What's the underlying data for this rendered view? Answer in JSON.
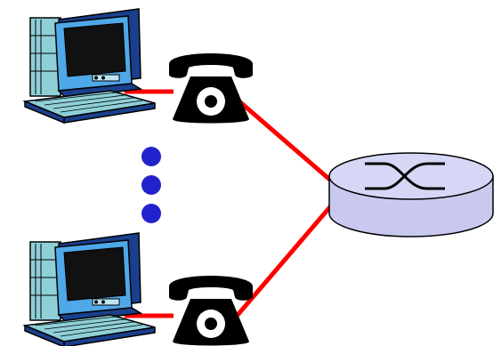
{
  "diagram": {
    "nodes": [
      {
        "id": "computer-top",
        "kind": "computer-icon"
      },
      {
        "id": "telephone-top",
        "kind": "telephone-icon"
      },
      {
        "id": "ellipsis",
        "kind": "vertical-ellipsis-dots",
        "count": 3
      },
      {
        "id": "computer-bottom",
        "kind": "computer-icon"
      },
      {
        "id": "telephone-bottom",
        "kind": "telephone-icon"
      },
      {
        "id": "switch",
        "kind": "central-office-switch-icon"
      }
    ],
    "links": [
      {
        "from": "computer-top",
        "to": "telephone-top"
      },
      {
        "from": "telephone-top",
        "to": "switch"
      },
      {
        "from": "computer-bottom",
        "to": "telephone-bottom"
      },
      {
        "from": "telephone-bottom",
        "to": "switch"
      }
    ],
    "colors": {
      "link": "#ff0000",
      "dots": "#2222cc",
      "switch_fill": "#c9c9f0",
      "switch_stroke": "#000000",
      "phone": "#000000",
      "monitor_frame": "#4fa8e8",
      "screen": "#111111",
      "cabinet": "#8fd0d8",
      "keyboard": "#8fd0d8"
    }
  }
}
